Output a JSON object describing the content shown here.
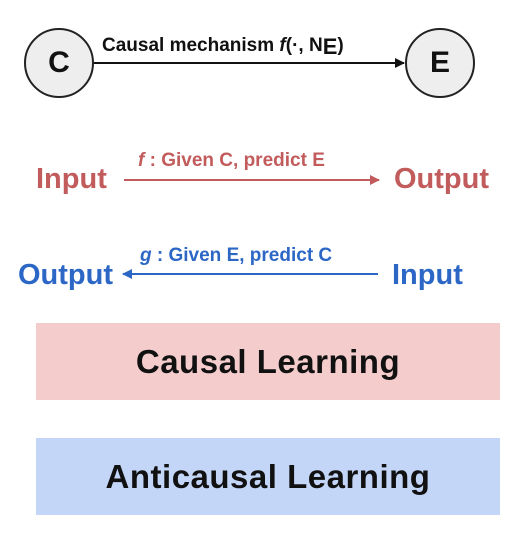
{
  "nodes": {
    "cause": "C",
    "effect": "E"
  },
  "mechanism": {
    "prefix": "Causal mechanism ",
    "f_symbol": "f",
    "args": "(·, N",
    "subscript": "E",
    "close": ")"
  },
  "forward": {
    "input": "Input",
    "output": "Output",
    "symbol": "f",
    "label": " : Given C, predict E"
  },
  "backward": {
    "input": "Input",
    "output": "Output",
    "symbol": "g",
    "label": " : Given E, predict C"
  },
  "boxes": {
    "causal": "Causal Learning",
    "anticausal": "Anticausal Learning"
  },
  "colors": {
    "forward": "#c25b5b",
    "backward": "#2c67c6",
    "causal_box": "#f4cccc",
    "anticausal_box": "#c3d6f7"
  }
}
